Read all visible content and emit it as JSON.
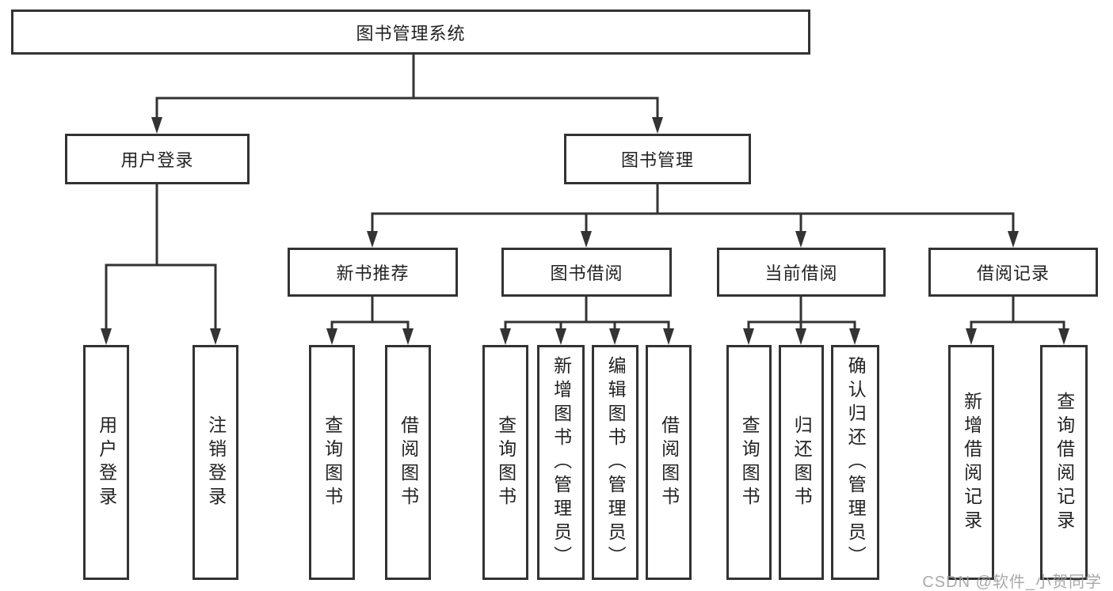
{
  "nodes": {
    "root": "图书管理系统",
    "level2": [
      "用户登录",
      "图书管理"
    ],
    "level3": [
      "新书推荐",
      "图书借阅",
      "当前借阅",
      "借阅记录"
    ],
    "leaves": [
      "用户登录",
      "注销登录",
      "查询图书",
      "借阅图书",
      "查询图书",
      "新增图书（管理员）",
      "编辑图书（管理员）",
      "借阅图书",
      "查询图书",
      "归还图书",
      "确认归还（管理员）",
      "新增借阅记录",
      "查询借阅记录"
    ]
  },
  "watermark": "CSDN @软件_小贺同学",
  "colors": {
    "line": "#333333",
    "text": "#222222",
    "watermark": "#a0a0a0",
    "background": "#ffffff"
  }
}
